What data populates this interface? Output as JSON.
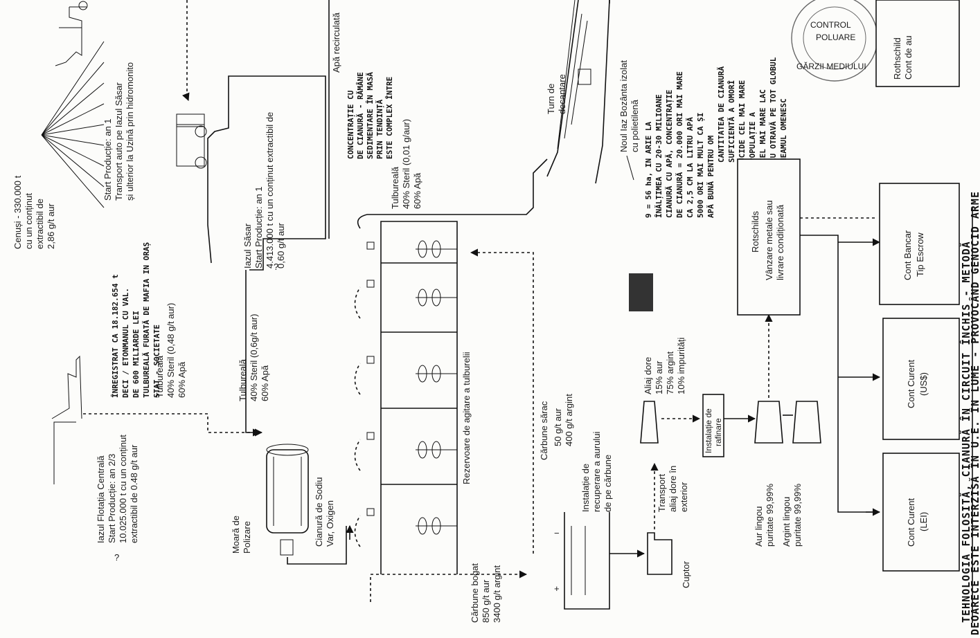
{
  "sources": {
    "cenusi": [
      "Cenuși - 330.000 t",
      "cu un conținut",
      "extractibil de",
      "2,86 g/t aur"
    ],
    "iazul_flotatia": [
      "Iazul Flotația Centrală",
      "Start Producție: an 2/3",
      "10.025.000 t cu un conținut",
      "extractibil de 0.48 g/t aur"
    ],
    "transport_sasar": [
      "Start Producție: an 1",
      "Transport auto pe Iazul Săsar",
      "și ulterior la Uzină prin hidromonito"
    ],
    "tulbureala_flotatia": [
      "Tulbureală",
      "40% Steril (0,48 g/t aur)",
      "60% Apă"
    ],
    "iazul_sasar": [
      "Iazul Săsar",
      "Start Producție: an 1",
      "4.413.000 t cu un conținut extractibil de",
      "0,60 g/t aur"
    ],
    "tulbureala_main": [
      "Tulbureală",
      "40% Steril (0,6g/t aur)",
      "60% Apă"
    ],
    "apa_recirculata": "Apă recirculată",
    "tulbureala_out": [
      "Tulbureală",
      "40% Steril (0,01 g/aur)",
      "60% Apă"
    ],
    "turn_decantare": [
      "Turn de",
      "decantare"
    ],
    "noul_iaz": [
      "Noul Iaz Bozânta izolat",
      "cu polietilenă"
    ]
  },
  "process": {
    "moara": [
      "Moară de",
      "Polizare"
    ],
    "cianura": [
      "Cianură de Sodiu",
      "Var, Oxigen"
    ],
    "rezervoare": "Rezervoare de agitare a tulburelii",
    "carbune_bogat": [
      "Cărbune bogat",
      "850 g/t aur",
      "3400 g/t argint"
    ],
    "carbune_sarac": [
      "Cărbune sărac",
      "50 g/t aur",
      "400 g/t argint"
    ],
    "instalatie_recuperare": [
      "Instalație de",
      "recuperare a aurului",
      "de pe cărbune"
    ],
    "cuptor": "Cuptor",
    "transport_dore": [
      "Transport",
      "aliaj dore în",
      "exterior"
    ],
    "aliaj_dore": [
      "Aliaj dore",
      "15% aur",
      "75% argint",
      "10% impurități"
    ],
    "instalatie_rafinare": [
      "Instalație de",
      "rafinare"
    ],
    "aur_lingou": [
      "Aur lingou",
      "puritate 99,99%"
    ],
    "argint_lingou": [
      "Argint lingou",
      "puritate 99,99%"
    ]
  },
  "finance": {
    "rotschilds": [
      "Rotschilds",
      "Vânzare metale sau",
      "livrare condiționată"
    ],
    "rothschild_cont": [
      "Rothschild",
      "Cont de au"
    ],
    "cont_lei": [
      "Cont Curent",
      "(LEI)"
    ],
    "cont_usd": [
      "Cont Curent",
      "(US$)"
    ],
    "cont_escrow": [
      "Cont Bancar",
      "Tip Escrow"
    ]
  },
  "handwriting": {
    "inregistrat": [
      "ÎNREGISTRAT CA 18.182.654 t",
      "DECI / ETONMANUL CU VAL.",
      "DE 600 MILIARDE LEI",
      "TULBUREALĂ FURATĂ DE MAFIA IN ORAȘ",
      "STAT - SOCIETATE"
    ],
    "concentratie": [
      "CONCENTRAȚIE CU",
      "DE CIANURĂ - RĂMÂNE",
      "SEDIMENTARE ÎN MASĂ",
      "PRIN TENDINȚĂ",
      "ESTE COMPLEX ÎNTRE"
    ],
    "bozanta": [
      "9 = 56 ha, IN ARIE LA",
      "ÎNĂLȚIMEA CU 20-30 MILIOANE",
      "CIANURĂ CU APĂ, CONCENTRAȚIE",
      "DE CIANURĂ = 20.000 ORI MAI MARE",
      "CA 2,5 CM LA LITRU APĂ",
      "5000 ORI MAI MULT CA ȘI",
      "APĂ BUNĂ PENTRU OM"
    ],
    "cantitatea": [
      "CANTITATEA DE CIANURĂ",
      "SUFICIENTĂ A OMORÎ",
      "UCIDE CEL MAI MARE",
      "POPULAȚIE A",
      "CEL MAI MARE LAC",
      "CU OTRAVĂ PE TOT GLOBUL",
      "NEAMUL OMENESC"
    ],
    "bottom_1": "TEHNOLOGIA FOLOSITĂ, CIANURĂ ÎN CIRCUIT ÎNCHIS - METODĂ",
    "bottom_2": "DEOARECE ESTE INTERZISĂ ÎN U.E. ÎN LUME - PROVOCÂND GENOCID ARME",
    "question_marks": [
      "?",
      "?"
    ]
  },
  "stamp": [
    "CONTROL",
    "POLUARE",
    "GĂRZII MEDIULUI"
  ]
}
